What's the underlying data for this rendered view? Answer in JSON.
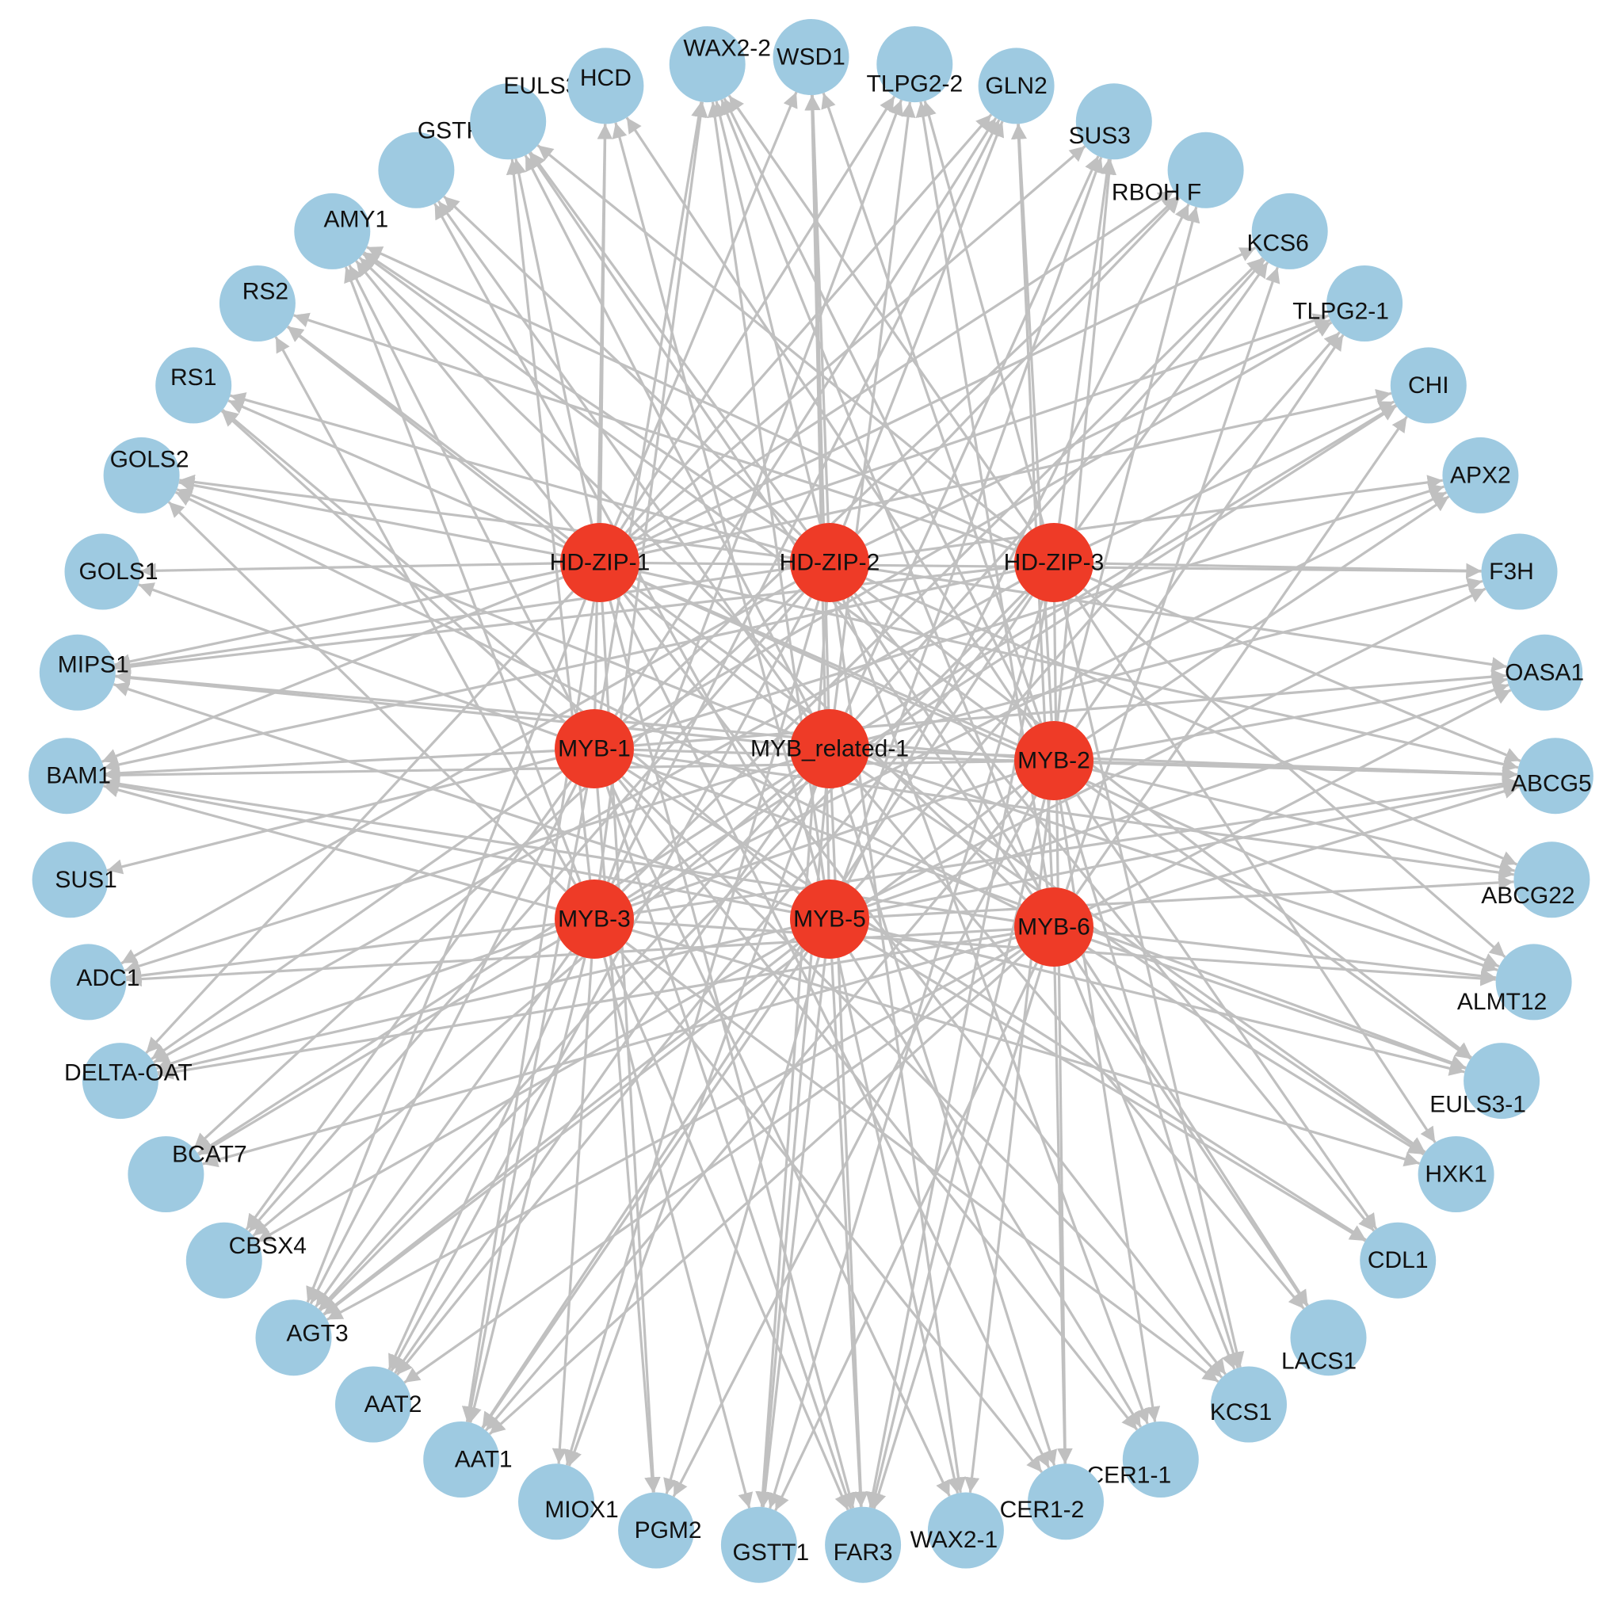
{
  "colors": {
    "transcription_factor": "#ee3b27",
    "target_gene": "#9ecae1",
    "edge": "#c0c0c0"
  },
  "regulators": [
    {
      "id": "hd-zip-1",
      "label": "HD-ZIP-1"
    },
    {
      "id": "hd-zip-2",
      "label": "HD-ZIP-2"
    },
    {
      "id": "hd-zip-3",
      "label": "HD-ZIP-3"
    },
    {
      "id": "myb-1",
      "label": "MYB-1"
    },
    {
      "id": "myb-related-1",
      "label": "MYB_related-1"
    },
    {
      "id": "myb-2",
      "label": "MYB-2"
    },
    {
      "id": "myb-3",
      "label": "MYB-3"
    },
    {
      "id": "myb-5",
      "label": "MYB-5"
    },
    {
      "id": "myb-6",
      "label": "MYB-6"
    }
  ],
  "targets": [
    {
      "id": "wsd1",
      "label": "WSD1"
    },
    {
      "id": "tlpg2-2",
      "label": "TLPG2-2"
    },
    {
      "id": "gln2",
      "label": "GLN2"
    },
    {
      "id": "sus3",
      "label": "SUS3"
    },
    {
      "id": "rboh-f",
      "label": "RBOH F"
    },
    {
      "id": "kcs6",
      "label": "KCS6"
    },
    {
      "id": "tlpg2-1",
      "label": "TLPG2-1"
    },
    {
      "id": "chi",
      "label": "CHI"
    },
    {
      "id": "apx2",
      "label": "APX2"
    },
    {
      "id": "f3h",
      "label": "F3H"
    },
    {
      "id": "oasa1",
      "label": "OASA1"
    },
    {
      "id": "abcg5",
      "label": "ABCG5"
    },
    {
      "id": "abcg22",
      "label": "ABCG22"
    },
    {
      "id": "almt12",
      "label": "ALMT12"
    },
    {
      "id": "euls3-1",
      "label": "EULS3-1"
    },
    {
      "id": "hxk1",
      "label": "HXK1"
    },
    {
      "id": "cdl1",
      "label": "CDL1"
    },
    {
      "id": "lacs1",
      "label": "LACS1"
    },
    {
      "id": "kcs1",
      "label": "KCS1"
    },
    {
      "id": "cer1-1",
      "label": "CER1-1"
    },
    {
      "id": "cer1-2",
      "label": "CER1-2"
    },
    {
      "id": "wax2-1",
      "label": "WAX2-1"
    },
    {
      "id": "far3",
      "label": "FAR3"
    },
    {
      "id": "gstt1",
      "label": "GSTT1"
    },
    {
      "id": "pgm2",
      "label": "PGM2"
    },
    {
      "id": "miox1",
      "label": "MIOX1"
    },
    {
      "id": "aat1",
      "label": "AAT1"
    },
    {
      "id": "aat2",
      "label": "AAT2"
    },
    {
      "id": "agt3",
      "label": "AGT3"
    },
    {
      "id": "cbsx4",
      "label": "CBSX4"
    },
    {
      "id": "bcat7",
      "label": "BCAT7"
    },
    {
      "id": "delta-oat",
      "label": "DELTA-OAT"
    },
    {
      "id": "adc1",
      "label": "ADC1"
    },
    {
      "id": "sus1",
      "label": "SUS1"
    },
    {
      "id": "bam1",
      "label": "BAM1"
    },
    {
      "id": "mips1",
      "label": "MIPS1"
    },
    {
      "id": "gols1",
      "label": "GOLS1"
    },
    {
      "id": "gols2",
      "label": "GOLS2"
    },
    {
      "id": "rs1",
      "label": "RS1"
    },
    {
      "id": "rs2",
      "label": "RS2"
    },
    {
      "id": "amy1",
      "label": "AMY1"
    },
    {
      "id": "gstf11",
      "label": "GSTF11"
    },
    {
      "id": "euls3-2",
      "label": "EULS3-2"
    },
    {
      "id": "hcd",
      "label": "HCD"
    },
    {
      "id": "wax2-2",
      "label": "WAX2-2"
    }
  ],
  "edges": [
    [
      "hd-zip-1",
      "wsd1"
    ],
    [
      "hd-zip-1",
      "tlpg2-2"
    ],
    [
      "hd-zip-1",
      "gln2"
    ],
    [
      "hd-zip-1",
      "sus3"
    ],
    [
      "hd-zip-1",
      "rboh-f"
    ],
    [
      "hd-zip-1",
      "kcs6"
    ],
    [
      "hd-zip-1",
      "tlpg2-1"
    ],
    [
      "hd-zip-1",
      "chi"
    ],
    [
      "hd-zip-1",
      "f3h"
    ],
    [
      "hd-zip-1",
      "abcg5"
    ],
    [
      "hd-zip-1",
      "almt12"
    ],
    [
      "hd-zip-1",
      "hxk1"
    ],
    [
      "hd-zip-1",
      "kcs1"
    ],
    [
      "hd-zip-1",
      "cer1-2"
    ],
    [
      "hd-zip-1",
      "far3"
    ],
    [
      "hd-zip-1",
      "pgm2"
    ],
    [
      "hd-zip-1",
      "aat1"
    ],
    [
      "hd-zip-1",
      "agt3"
    ],
    [
      "hd-zip-1",
      "delta-oat"
    ],
    [
      "hd-zip-1",
      "bam1"
    ],
    [
      "hd-zip-1",
      "gols1"
    ],
    [
      "hd-zip-1",
      "gols2"
    ],
    [
      "hd-zip-1",
      "rs2"
    ],
    [
      "hd-zip-1",
      "amy1"
    ],
    [
      "hd-zip-1",
      "euls3-2"
    ],
    [
      "hd-zip-1",
      "hcd"
    ],
    [
      "hd-zip-1",
      "mips1"
    ],
    [
      "hd-zip-2",
      "wsd1"
    ],
    [
      "hd-zip-2",
      "gln2"
    ],
    [
      "hd-zip-2",
      "rboh-f"
    ],
    [
      "hd-zip-2",
      "tlpg2-1"
    ],
    [
      "hd-zip-2",
      "apx2"
    ],
    [
      "hd-zip-2",
      "oasa1"
    ],
    [
      "hd-zip-2",
      "abcg22"
    ],
    [
      "hd-zip-2",
      "euls3-1"
    ],
    [
      "hd-zip-2",
      "cdl1"
    ],
    [
      "hd-zip-2",
      "lacs1"
    ],
    [
      "hd-zip-2",
      "cer1-1"
    ],
    [
      "hd-zip-2",
      "wax2-1"
    ],
    [
      "hd-zip-2",
      "gstt1"
    ],
    [
      "hd-zip-2",
      "miox1"
    ],
    [
      "hd-zip-2",
      "aat2"
    ],
    [
      "hd-zip-2",
      "cbsx4"
    ],
    [
      "hd-zip-2",
      "bcat7"
    ],
    [
      "hd-zip-2",
      "adc1"
    ],
    [
      "hd-zip-2",
      "mips1"
    ],
    [
      "hd-zip-2",
      "rs1"
    ],
    [
      "hd-zip-2",
      "gols2"
    ],
    [
      "hd-zip-2",
      "amy1"
    ],
    [
      "hd-zip-2",
      "gstf11"
    ],
    [
      "hd-zip-2",
      "wax2-2"
    ],
    [
      "hd-zip-2",
      "euls3-2"
    ],
    [
      "hd-zip-3",
      "tlpg2-2"
    ],
    [
      "hd-zip-3",
      "sus3"
    ],
    [
      "hd-zip-3",
      "kcs6"
    ],
    [
      "hd-zip-3",
      "chi"
    ],
    [
      "hd-zip-3",
      "f3h"
    ],
    [
      "hd-zip-3",
      "abcg5"
    ],
    [
      "hd-zip-3",
      "almt12"
    ],
    [
      "hd-zip-3",
      "hxk1"
    ],
    [
      "hd-zip-3",
      "kcs1"
    ],
    [
      "hd-zip-3",
      "cer1-2"
    ],
    [
      "hd-zip-3",
      "far3"
    ],
    [
      "hd-zip-3",
      "gstt1"
    ],
    [
      "hd-zip-3",
      "aat1"
    ],
    [
      "hd-zip-3",
      "agt3"
    ],
    [
      "hd-zip-3",
      "delta-oat"
    ],
    [
      "hd-zip-3",
      "bam1"
    ],
    [
      "hd-zip-3",
      "rs2"
    ],
    [
      "hd-zip-3",
      "amy1"
    ],
    [
      "hd-zip-3",
      "euls3-2"
    ],
    [
      "hd-zip-3",
      "wax2-2"
    ],
    [
      "hd-zip-3",
      "aat2"
    ],
    [
      "hd-zip-3",
      "mips1"
    ],
    [
      "myb-1",
      "gln2"
    ],
    [
      "myb-1",
      "rboh-f"
    ],
    [
      "myb-1",
      "tlpg2-1"
    ],
    [
      "myb-1",
      "apx2"
    ],
    [
      "myb-1",
      "oasa1"
    ],
    [
      "myb-1",
      "abcg5"
    ],
    [
      "myb-1",
      "abcg22"
    ],
    [
      "myb-1",
      "euls3-1"
    ],
    [
      "myb-1",
      "cdl1"
    ],
    [
      "myb-1",
      "kcs1"
    ],
    [
      "myb-1",
      "cer1-1"
    ],
    [
      "myb-1",
      "wax2-1"
    ],
    [
      "myb-1",
      "far3"
    ],
    [
      "myb-1",
      "pgm2"
    ],
    [
      "myb-1",
      "aat1"
    ],
    [
      "myb-1",
      "agt3"
    ],
    [
      "myb-1",
      "delta-oat"
    ],
    [
      "myb-1",
      "sus1"
    ],
    [
      "myb-1",
      "bam1"
    ],
    [
      "myb-1",
      "gols1"
    ],
    [
      "myb-1",
      "rs1"
    ],
    [
      "myb-1",
      "amy1"
    ],
    [
      "myb-1",
      "hcd"
    ],
    [
      "myb-1",
      "wax2-2"
    ],
    [
      "myb-1",
      "cbsx4"
    ],
    [
      "myb-related-1",
      "wsd1"
    ],
    [
      "myb-related-1",
      "tlpg2-2"
    ],
    [
      "myb-related-1",
      "sus3"
    ],
    [
      "myb-related-1",
      "kcs6"
    ],
    [
      "myb-related-1",
      "chi"
    ],
    [
      "myb-related-1",
      "f3h"
    ],
    [
      "myb-related-1",
      "abcg5"
    ],
    [
      "myb-related-1",
      "almt12"
    ],
    [
      "myb-related-1",
      "hxk1"
    ],
    [
      "myb-related-1",
      "lacs1"
    ],
    [
      "myb-related-1",
      "cer1-2"
    ],
    [
      "myb-related-1",
      "far3"
    ],
    [
      "myb-related-1",
      "gstt1"
    ],
    [
      "myb-related-1",
      "miox1"
    ],
    [
      "myb-related-1",
      "aat2"
    ],
    [
      "myb-related-1",
      "cbsx4"
    ],
    [
      "myb-related-1",
      "bcat7"
    ],
    [
      "myb-related-1",
      "adc1"
    ],
    [
      "myb-related-1",
      "mips1"
    ],
    [
      "myb-related-1",
      "gols2"
    ],
    [
      "myb-related-1",
      "rs2"
    ],
    [
      "myb-related-1",
      "gstf11"
    ],
    [
      "myb-related-1",
      "euls3-2"
    ],
    [
      "myb-related-1",
      "agt3"
    ],
    [
      "myb-2",
      "wsd1"
    ],
    [
      "myb-2",
      "gln2"
    ],
    [
      "myb-2",
      "sus3"
    ],
    [
      "myb-2",
      "rboh-f"
    ],
    [
      "myb-2",
      "tlpg2-1"
    ],
    [
      "myb-2",
      "apx2"
    ],
    [
      "myb-2",
      "oasa1"
    ],
    [
      "myb-2",
      "abcg5"
    ],
    [
      "myb-2",
      "abcg22"
    ],
    [
      "myb-2",
      "euls3-1"
    ],
    [
      "myb-2",
      "cdl1"
    ],
    [
      "myb-2",
      "kcs1"
    ],
    [
      "myb-2",
      "cer1-1"
    ],
    [
      "myb-2",
      "wax2-1"
    ],
    [
      "myb-2",
      "far3"
    ],
    [
      "myb-2",
      "pgm2"
    ],
    [
      "myb-2",
      "aat1"
    ],
    [
      "myb-2",
      "agt3"
    ],
    [
      "myb-2",
      "delta-oat"
    ],
    [
      "myb-2",
      "bam1"
    ],
    [
      "myb-2",
      "rs1"
    ],
    [
      "myb-2",
      "amy1"
    ],
    [
      "myb-2",
      "hcd"
    ],
    [
      "myb-2",
      "wax2-2"
    ],
    [
      "myb-2",
      "mips1"
    ],
    [
      "myb-3",
      "tlpg2-2"
    ],
    [
      "myb-3",
      "gln2"
    ],
    [
      "myb-3",
      "kcs6"
    ],
    [
      "myb-3",
      "chi"
    ],
    [
      "myb-3",
      "apx2"
    ],
    [
      "myb-3",
      "abcg5"
    ],
    [
      "myb-3",
      "almt12"
    ],
    [
      "myb-3",
      "hxk1"
    ],
    [
      "myb-3",
      "kcs1"
    ],
    [
      "myb-3",
      "cer1-2"
    ],
    [
      "myb-3",
      "far3"
    ],
    [
      "myb-3",
      "gstt1"
    ],
    [
      "myb-3",
      "miox1"
    ],
    [
      "myb-3",
      "aat2"
    ],
    [
      "myb-3",
      "agt3"
    ],
    [
      "myb-3",
      "bcat7"
    ],
    [
      "myb-3",
      "adc1"
    ],
    [
      "myb-3",
      "bam1"
    ],
    [
      "myb-3",
      "gols2"
    ],
    [
      "myb-3",
      "rs2"
    ],
    [
      "myb-3",
      "amy1"
    ],
    [
      "myb-3",
      "euls3-2"
    ],
    [
      "myb-3",
      "wax2-2"
    ],
    [
      "myb-3",
      "aat1"
    ],
    [
      "myb-5",
      "wsd1"
    ],
    [
      "myb-5",
      "sus3"
    ],
    [
      "myb-5",
      "rboh-f"
    ],
    [
      "myb-5",
      "tlpg2-1"
    ],
    [
      "myb-5",
      "f3h"
    ],
    [
      "myb-5",
      "oasa1"
    ],
    [
      "myb-5",
      "abcg5"
    ],
    [
      "myb-5",
      "abcg22"
    ],
    [
      "myb-5",
      "euls3-1"
    ],
    [
      "myb-5",
      "cdl1"
    ],
    [
      "myb-5",
      "cer1-1"
    ],
    [
      "myb-5",
      "wax2-1"
    ],
    [
      "myb-5",
      "far3"
    ],
    [
      "myb-5",
      "pgm2"
    ],
    [
      "myb-5",
      "aat1"
    ],
    [
      "myb-5",
      "agt3"
    ],
    [
      "myb-5",
      "cbsx4"
    ],
    [
      "myb-5",
      "delta-oat"
    ],
    [
      "myb-5",
      "bam1"
    ],
    [
      "myb-5",
      "mips1"
    ],
    [
      "myb-5",
      "rs1"
    ],
    [
      "myb-5",
      "gstf11"
    ],
    [
      "myb-5",
      "hcd"
    ],
    [
      "myb-5",
      "wax2-2"
    ],
    [
      "myb-5",
      "gstt1"
    ],
    [
      "myb-6",
      "tlpg2-2"
    ],
    [
      "myb-6",
      "gln2"
    ],
    [
      "myb-6",
      "kcs6"
    ],
    [
      "myb-6",
      "chi"
    ],
    [
      "myb-6",
      "oasa1"
    ],
    [
      "myb-6",
      "abcg5"
    ],
    [
      "myb-6",
      "almt12"
    ],
    [
      "myb-6",
      "euls3-1"
    ],
    [
      "myb-6",
      "hxk1"
    ],
    [
      "myb-6",
      "lacs1"
    ],
    [
      "myb-6",
      "kcs1"
    ],
    [
      "myb-6",
      "cer1-2"
    ],
    [
      "myb-6",
      "far3"
    ],
    [
      "myb-6",
      "gstt1"
    ],
    [
      "myb-6",
      "aat2"
    ],
    [
      "myb-6",
      "agt3"
    ],
    [
      "myb-6",
      "bcat7"
    ],
    [
      "myb-6",
      "delta-oat"
    ],
    [
      "myb-6",
      "adc1"
    ],
    [
      "myb-6",
      "bam1"
    ],
    [
      "myb-6",
      "gols2"
    ],
    [
      "myb-6",
      "amy1"
    ],
    [
      "myb-6",
      "euls3-2"
    ],
    [
      "myb-6",
      "wax2-2"
    ],
    [
      "myb-6",
      "aat1"
    ]
  ]
}
